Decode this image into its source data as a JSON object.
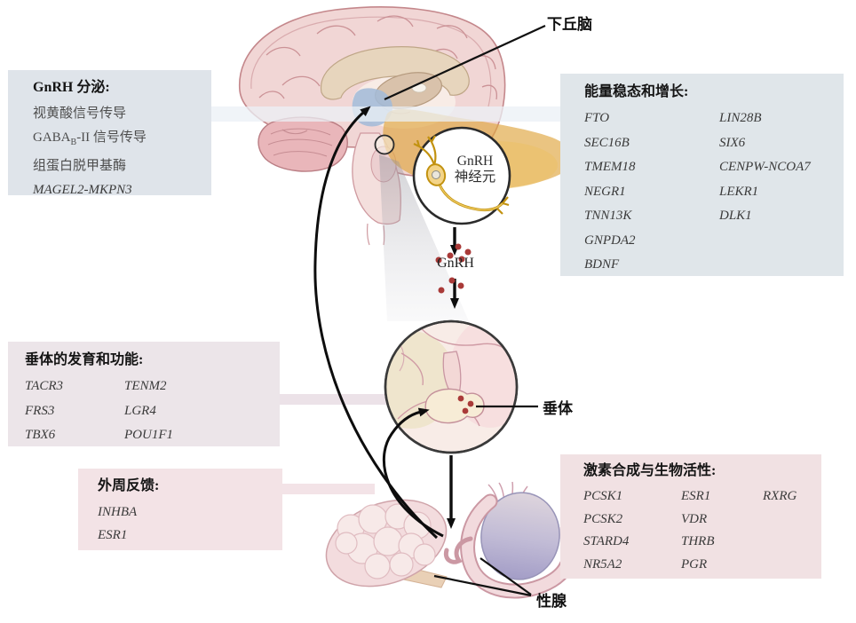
{
  "colors": {
    "box_blue_gray": "#e0e5ea",
    "box_lavender": "#ece5e9",
    "box_pink": "#f3e3e6",
    "hypothalamus_highlight_blue": "#a3bbd8",
    "gnrh_pathway_gold": "#dfa63f",
    "neuron_gold": "#c29210",
    "hormone_dot_red": "#a93a38",
    "arrow_black": "#111111",
    "brain_pink": "#f1d6d5",
    "cerebellum_pink": "#e9b6ba",
    "testis_lavender": "#a9a2c9"
  },
  "figure_labels": {
    "hypothalamus": "下丘脑",
    "gnrh_neuron_line1": "GnRH",
    "gnrh_neuron_line2": "神经元",
    "gnrh_hormone": "GnRH",
    "pituitary": "垂体",
    "gonads": "性腺"
  },
  "boxes": {
    "gnrh_secretion": {
      "title": "GnRH 分泌:",
      "item_retinoic": "视黄酸信号传导",
      "item_gaba_pre": "GABA",
      "item_gaba_sub": "B",
      "item_gaba_post": "-II 信号传导",
      "item_histone": "组蛋白脱甲基酶",
      "item_gene": "MAGEL2-MKPN3"
    },
    "energy_growth": {
      "title": "能量稳态和增长:",
      "col1": [
        "FTO",
        "SEC16B",
        "TMEM18",
        "NEGR1",
        "TNN13K",
        "GNPDA2",
        "BDNF"
      ],
      "col2": [
        "LIN28B",
        "SIX6",
        "CENPW-NCOA7",
        "LEKR1",
        "DLK1"
      ]
    },
    "pituitary_dev": {
      "title": "垂体的发育和功能:",
      "col1": [
        "TACR3",
        "FRS3",
        "TBX6"
      ],
      "col2": [
        "TENM2",
        "LGR4",
        "POU1F1"
      ]
    },
    "peripheral_feedback": {
      "title": "外周反馈:",
      "items": [
        "INHBA",
        "ESR1"
      ]
    },
    "hormone_synthesis": {
      "title": "激素合成与生物活性:",
      "col1": [
        "PCSK1",
        "PCSK2",
        "STARD4",
        "NR5A2"
      ],
      "col2": [
        "ESR1",
        "VDR",
        "THRB",
        "PGR"
      ],
      "col3": [
        "RXRG"
      ]
    }
  }
}
